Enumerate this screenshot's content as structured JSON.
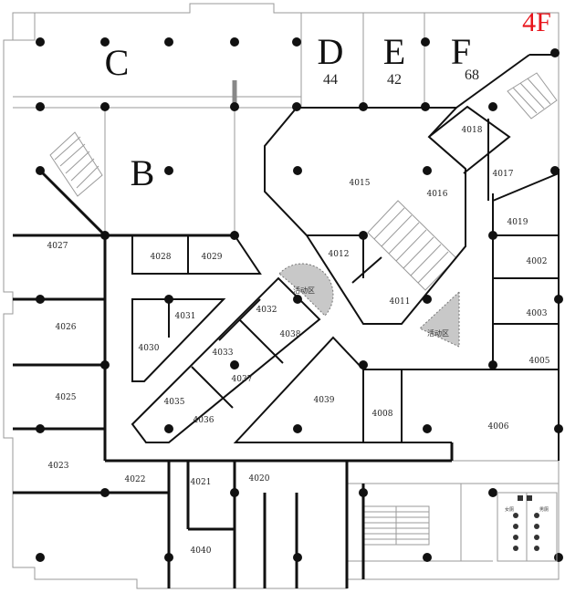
{
  "floor": {
    "label": "4F",
    "color": "#e8141b"
  },
  "zones": {
    "C": {
      "letter": "C",
      "number": ""
    },
    "B": {
      "letter": "B",
      "number": ""
    },
    "D": {
      "letter": "D",
      "number": "44"
    },
    "E": {
      "letter": "E",
      "number": "42"
    },
    "F": {
      "letter": "F",
      "number": "68"
    }
  },
  "rooms": {
    "r4018": "4018",
    "r4017": "4017",
    "r4015": "4015",
    "r4016": "4016",
    "r4019": "4019",
    "r4002": "4002",
    "r4003": "4003",
    "r4005": "4005",
    "r4012": "4012",
    "r4011": "4011",
    "r4027": "4027",
    "r4028": "4028",
    "r4029": "4029",
    "r4026": "4026",
    "r4031": "4031",
    "r4030": "4030",
    "r4032": "4032",
    "r4038": "4038",
    "r4033": "4033",
    "r4037": "4037",
    "r4025": "4025",
    "r4035": "4035",
    "r4036": "4036",
    "r4039": "4039",
    "r4008": "4008",
    "r4006": "4006",
    "r4023": "4023",
    "r4022": "4022",
    "r4021": "4021",
    "r4020": "4020",
    "r4040": "4040"
  },
  "activity_areas": {
    "a1": "活动区",
    "a2": "活动区"
  },
  "restroom": {
    "left": "女厕",
    "right": "男厕"
  },
  "colors": {
    "wall": "#111111",
    "outline": "#9a9a9a",
    "activity_fill": "#c8c8c8"
  }
}
